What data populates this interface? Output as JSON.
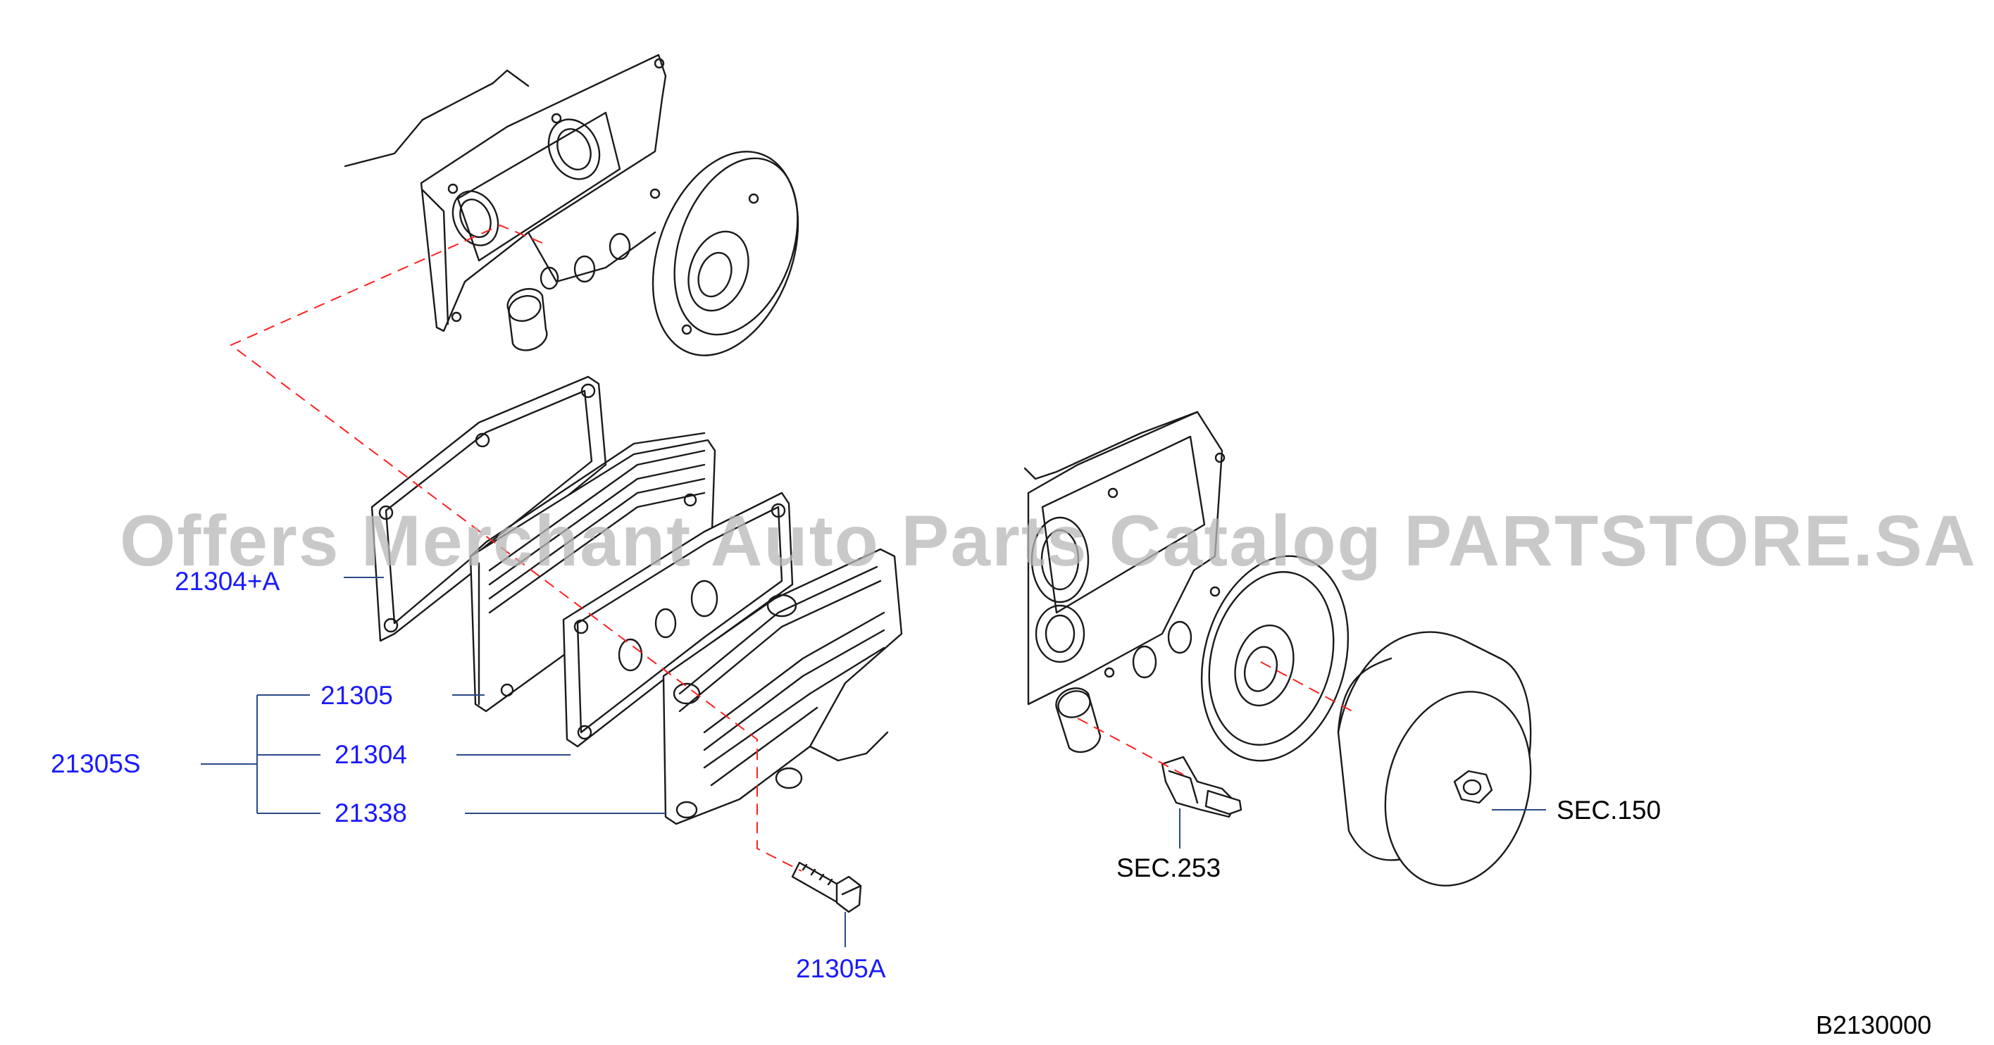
{
  "diagram": {
    "watermark": "Offers Merchant Auto Parts Catalog PARTSTORE.SA",
    "diagram_code": "B2130000",
    "part_numbers": {
      "cooler_assembly": "21305S",
      "gasket": "21304+A",
      "oil_cooler": "21305",
      "gasket_plate": "21304",
      "cover": "21338",
      "bolt": "21305A"
    },
    "section_refs": {
      "sensor": "SEC.253",
      "filter": "SEC.150"
    },
    "colors": {
      "part_label": "#1a1aff",
      "leader_line": "#2a4a8a",
      "dashed_axis": "#ff2020",
      "watermark": "#b8b8b8"
    }
  }
}
